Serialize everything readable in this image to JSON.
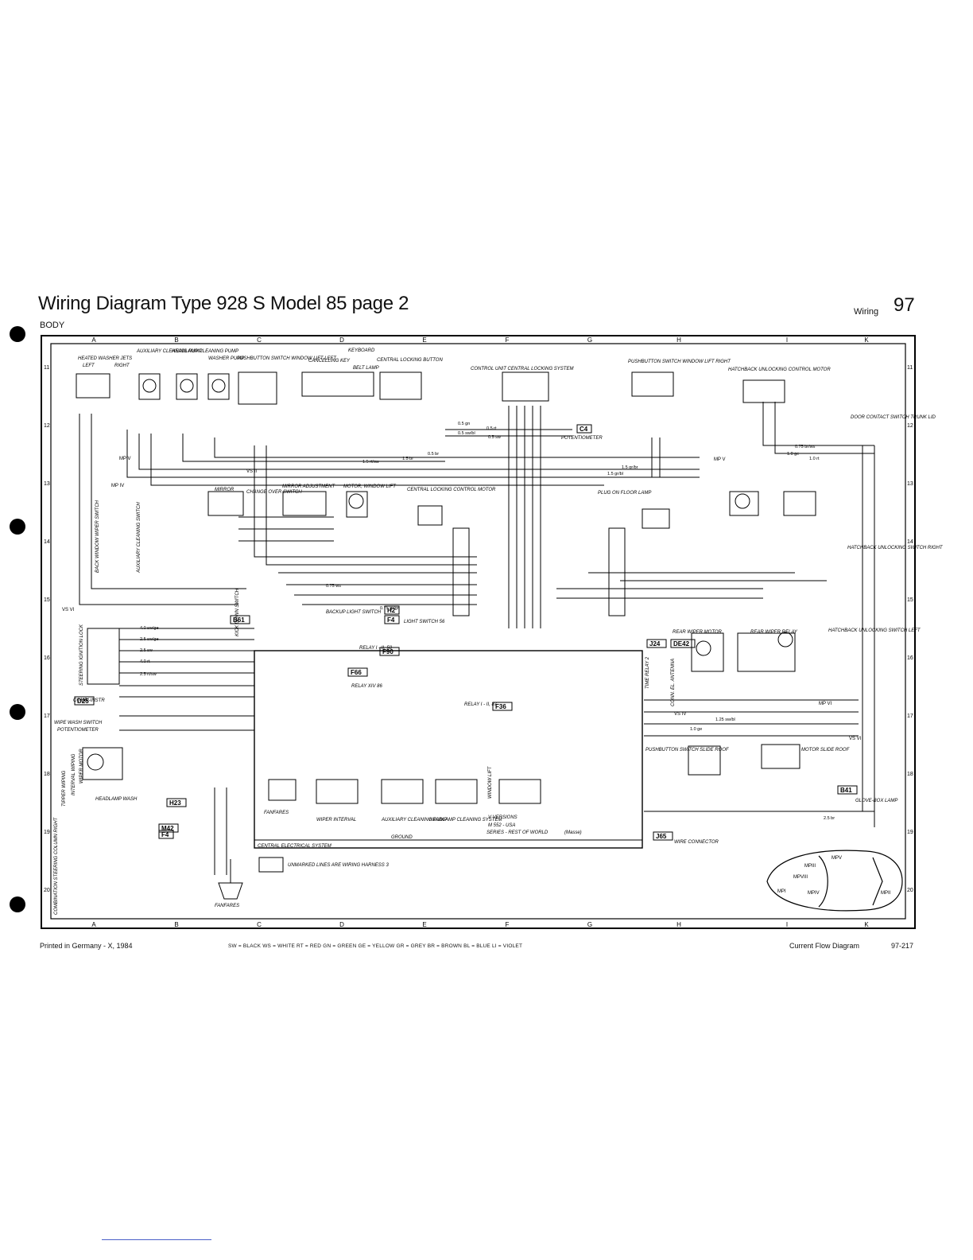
{
  "header": {
    "title": "Wiring Diagram Type 928 S Model 85 page 2",
    "subtitle": "BODY",
    "section_label": "Wiring",
    "section_number": "97"
  },
  "footer": {
    "printed": "Printed in Germany - X, 1984",
    "color_legend": "SW = BLACK     WS = WHITE     RT = RED     GN = GREEN     GE = YELLOW     GR = GREY     BR = BROWN     BL = BLUE     LI = VIOLET",
    "diagram_type": "Current Flow Diagram",
    "page_ref": "97-217"
  },
  "grid": {
    "columns": [
      "A",
      "B",
      "C",
      "D",
      "E",
      "F",
      "G",
      "H",
      "I",
      "K"
    ],
    "rows": [
      "11",
      "12",
      "13",
      "14",
      "15",
      "16",
      "17",
      "18",
      "19",
      "20"
    ]
  },
  "components": {
    "washer_jets": "HEATED WASHER JETS",
    "washer_jets_left": "LEFT",
    "washer_jets_right": "RIGHT",
    "aux_cleaning_pump": "AUXILIARY CLEANING PUMP",
    "headlamp_cleaning_pump": "HEADLAMP CLEANING PUMP",
    "washer_pump": "WASHER PUMP",
    "pb_window_left": "PUSHBUTTON SWITCH WINDOW LIFT LEFT",
    "keyboard": "KEYBOARD",
    "cancelling_key": "CANCELLING KEY",
    "belt_lamp": "BELT LAMP",
    "central_locking_button": "CENTRAL LOCKING BUTTON",
    "control_unit": "CONTROL UNIT CENTRAL LOCKING SYSTEM",
    "pb_window_right": "PUSHBUTTON SWITCH WINDOW LIFT RIGHT",
    "hatchback_unlocking": "HATCHBACK UNLOCKING CONTROL MOTOR",
    "door_contact": "DOOR CONTACT SWITCH TRUNK LID",
    "potentiometer": "POTENTIOMETER",
    "mirror": "MIRROR",
    "change_over_switch": "CHANGE OVER SWITCH",
    "mirror_adjustment": "MIRROR ADJUSTMENT",
    "motor_window_lift": "MOTOR, WINDOW LIFT",
    "central_locking_motor": "CENTRAL LOCKING CONTROL MOTOR",
    "plug_on_floor_lamp": "PLUG ON FLOOR LAMP",
    "back_window_wiper_switch": "BACK WINDOW WIPER SWITCH",
    "aux_cleaning_switch": "AUXILIARY CLEANING SWITCH",
    "hatchback_unlocking_switch": "HATCHBACK UNLOCKING SWITCH RIGHT",
    "steering_ignition_lock": "STEERING IGNITION LOCK",
    "combi_instr": "COMBI-INSTR",
    "wipe_wash_switch": "WIPE WASH SWITCH",
    "potentiometer_2": "POTENTIOMETER",
    "wiper_motor": "WIPER MOTOR",
    "interval_wiping": "INTERVAL WIPING",
    "tipper_wiping": "TIPPER WIPING",
    "headlamp_wash": "HEADLAMP WASH",
    "combination_switch": "COMBINATION STEERING COLUMN RIGHT",
    "backup_light_switch": "BACKUP LIGHT SWITCH",
    "light_switch": "LIGHT SWITCH 56",
    "kick_down_switch": "KICK DOWN SWITCH",
    "relay_1": "RELAY I - II, 50",
    "relay_xiv": "RELAY XIV 86",
    "relay_2": "RELAY I - II, 87",
    "rear_wiper_motor": "REAR WIPER MOTOR",
    "rear_wiper_relay": "REAR WIPER RELAY",
    "hatchback_switch_left": "HATCHBACK UNLOCKING SWITCH LEFT",
    "time_relay": "TIME RELAY 2",
    "conn_antenna": "CONN. EL. ANTENNA",
    "pb_slide_roof": "PUSHBUTTON SWITCH SLIDE ROOF",
    "motor_slide_roof": "MOTOR SLIDE ROOF",
    "glove_box_lamp": "GLOVE-BOX LAMP",
    "fanfares": "FANFARES",
    "wiper_interval": "WIPER INTERVAL",
    "aux_pump": "AUXILIARY CLEANING PUMP",
    "headlamp_cleaning": "HEADLAMP CLEANING SYSTEM",
    "window_lift": "WINDOW LIFT",
    "versions": "V VERSIONS",
    "m552": "M 552 - USA",
    "series_row": "SERIES - REST OF WORLD",
    "ground": "GROUND",
    "masse": "(Masse)",
    "central_electrical": "CENTRAL ELECTRICAL SYSTEM",
    "wire_connector": "WIRE CONNECTOR",
    "unmarked_lines": "UNMARKED LINES ARE WIRING HARNESS 3",
    "fanfares_bottom": "FANFARES"
  },
  "connectors": [
    "C4",
    "H2",
    "F4",
    "F90",
    "F66",
    "F36",
    "J24",
    "DE42",
    "D25",
    "H23",
    "M42",
    "F4",
    "J65",
    "B41",
    "B61"
  ],
  "wires": [
    "0.5 gn",
    "0.5 rt",
    "0.5 sw/bl",
    "0.5 sw",
    "0.5 br",
    "1.5 br",
    "1.5 rt/sw",
    "1.5 gr/br",
    "1.5 gr/bl",
    "0.75 br/ws",
    "1.0 ge",
    "1.0 rt",
    "0.75 ws",
    "0.75 gr/gn",
    "4.0 sw/ge",
    "2.5 sw/ge",
    "2.5 sw",
    "4.0 rt",
    "2.5 rt/sw",
    "1.25 sw/bl",
    "1.0 ge",
    "2.5 br"
  ],
  "car_labels": [
    "MPV",
    "MPIII",
    "MPVIII",
    "MPI",
    "MPIV",
    "MPII"
  ],
  "mp_labels": [
    "MP V",
    "MP V",
    "MP IV",
    "VS VI",
    "VS IV",
    "VS VI",
    "MP VI",
    "VS II"
  ]
}
